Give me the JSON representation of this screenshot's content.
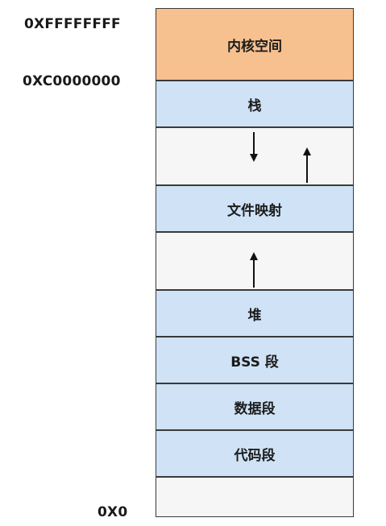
{
  "addresses": {
    "top": "0XFFFFFFFF",
    "kernel_start": "0XC0000000",
    "bottom": "0X0"
  },
  "segments": {
    "kernel": "内核空间",
    "stack": "栈",
    "mmap": "文件映射",
    "heap": "堆",
    "bss": "BSS 段",
    "data": "数据段",
    "code": "代码段"
  },
  "colors": {
    "kernel": "#f7c08f",
    "segment": "#cfe2f6",
    "free": "#f6f6f6",
    "border": "#3a3a3a"
  },
  "arrows": {
    "stack_growth": "down",
    "mmap_growth": "up",
    "heap_growth": "up"
  }
}
